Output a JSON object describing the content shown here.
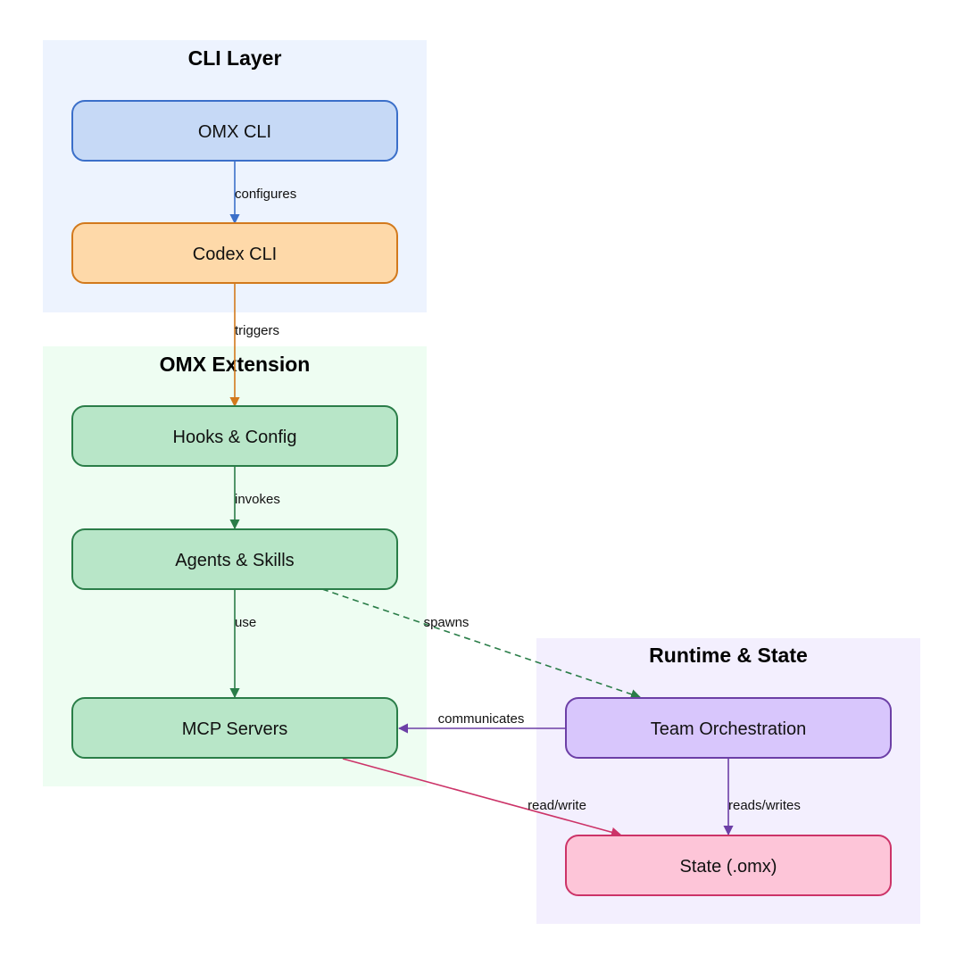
{
  "clusters": {
    "cli_layer": {
      "title": "CLI Layer",
      "fill": "#edf3fe"
    },
    "omx_extension": {
      "title": "OMX Extension",
      "fill": "#eefdf2"
    },
    "runtime_state": {
      "title": "Runtime & State",
      "fill": "#f3effe"
    }
  },
  "nodes": {
    "omx_cli": {
      "label": "OMX CLI",
      "fill": "#c6d9f6",
      "stroke": "#3b6fc9"
    },
    "codex_cli": {
      "label": "Codex CLI",
      "fill": "#fed9a9",
      "stroke": "#d2791c"
    },
    "hooks_config": {
      "label": "Hooks & Config",
      "fill": "#b8e6c8",
      "stroke": "#2a7d48"
    },
    "agents_skills": {
      "label": "Agents & Skills",
      "fill": "#b8e6c8",
      "stroke": "#2a7d48"
    },
    "mcp_servers": {
      "label": "MCP Servers",
      "fill": "#b8e6c8",
      "stroke": "#2a7d48"
    },
    "team_orchestration": {
      "label": "Team Orchestration",
      "fill": "#d8c6fc",
      "stroke": "#6c3fa6"
    },
    "state_omx": {
      "label": "State (.omx)",
      "fill": "#fdc5d8",
      "stroke": "#cc3368"
    }
  },
  "edges": {
    "configures": {
      "label": "configures",
      "color": "#3b6fc9"
    },
    "triggers": {
      "label": "triggers",
      "color": "#d2791c"
    },
    "invokes": {
      "label": "invokes",
      "color": "#2a7d48"
    },
    "use": {
      "label": "use",
      "color": "#2a7d48"
    },
    "spawns": {
      "label": "spawns",
      "color": "#2a7d48"
    },
    "communicates": {
      "label": "communicates",
      "color": "#6c3fa6"
    },
    "reads_writes": {
      "label": "reads/writes",
      "color": "#6c3fa6"
    },
    "read_write": {
      "label": "read/write",
      "color": "#cc3368"
    }
  }
}
